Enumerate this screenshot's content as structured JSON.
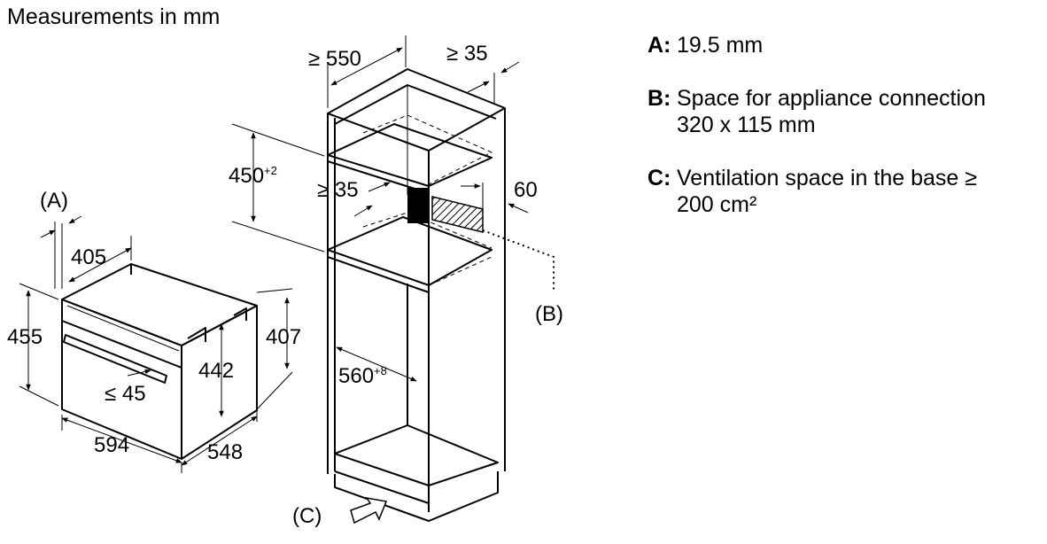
{
  "title": "Measurements in mm",
  "oven": {
    "label_a": "(A)",
    "depth_front": "405",
    "height_total": "455",
    "height_side": "407",
    "height_inner": "442",
    "handle": "≤ 45",
    "width": "594",
    "depth": "548"
  },
  "cabinet": {
    "depth_top": "≥ 550",
    "gap_back_top": "≥ 35",
    "niche_height": "450",
    "niche_height_tol": "+2",
    "gap_back_mid": "≥ 35",
    "back_recess": "60",
    "niche_width": "560",
    "niche_width_tol": "+8",
    "label_b": "(B)",
    "label_c": "(C)"
  },
  "legend": [
    {
      "key": "A:",
      "text": "19.5 mm"
    },
    {
      "key": "B:",
      "text": "Space for appliance connection\n320 x 115 mm"
    },
    {
      "key": "C:",
      "text": "Ventilation space in the base ≥\n200 cm²"
    }
  ]
}
